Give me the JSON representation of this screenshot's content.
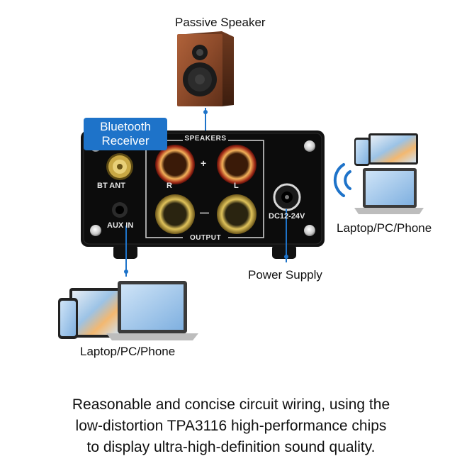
{
  "labels": {
    "passive_speaker": "Passive Speaker",
    "bluetooth_receiver_line1": "Bluetooth",
    "bluetooth_receiver_line2": "Receiver",
    "device_right": "Laptop/PC/Phone",
    "device_bottom": "Laptop/PC/Phone",
    "power_supply": "Power Supply"
  },
  "panel": {
    "speakers": "SPEAKERS",
    "output": "OUTPUT",
    "bt_ant": "BT ANT",
    "aux_in": "AUX IN",
    "dc": "DC12-24V",
    "r": "R",
    "l": "L",
    "plus": "+",
    "minus": "—"
  },
  "caption": {
    "line1": "Reasonable and concise circuit wiring, using the",
    "line2": "low-distortion TPA3116 high-performance chips",
    "line3": "to display ultra-high-definition sound quality."
  },
  "colors": {
    "accent_blue": "#1e73c9",
    "panel_black": "#111111",
    "binding_post_red": "#8b1d12",
    "binding_post_gold": "#b99a3b"
  }
}
